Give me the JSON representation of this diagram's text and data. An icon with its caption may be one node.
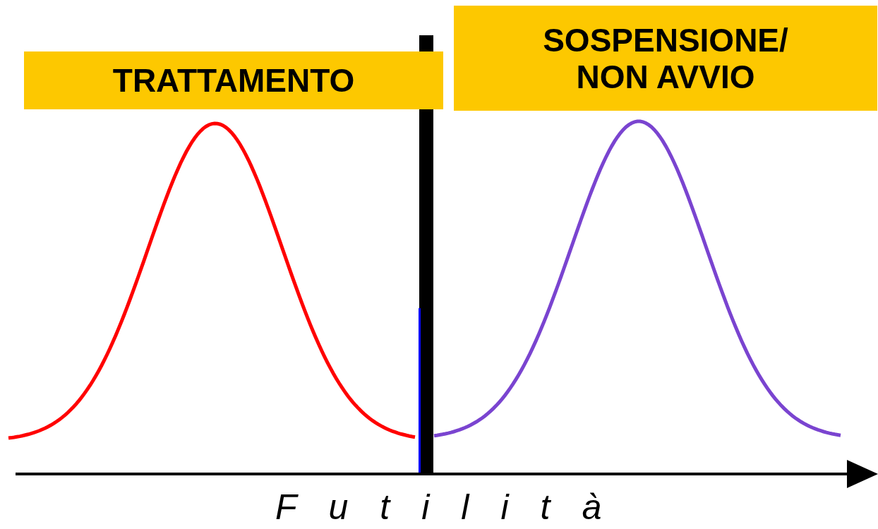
{
  "diagram": {
    "nodes": [
      {
        "text": [
          "TRATTAMENTO"
        ]
      },
      {
        "text": [
          "SOSPENSIONE/ NON AVVIO"
        ]
      }
    ],
    "labels": [
      "Futilità"
    ]
  }
}
